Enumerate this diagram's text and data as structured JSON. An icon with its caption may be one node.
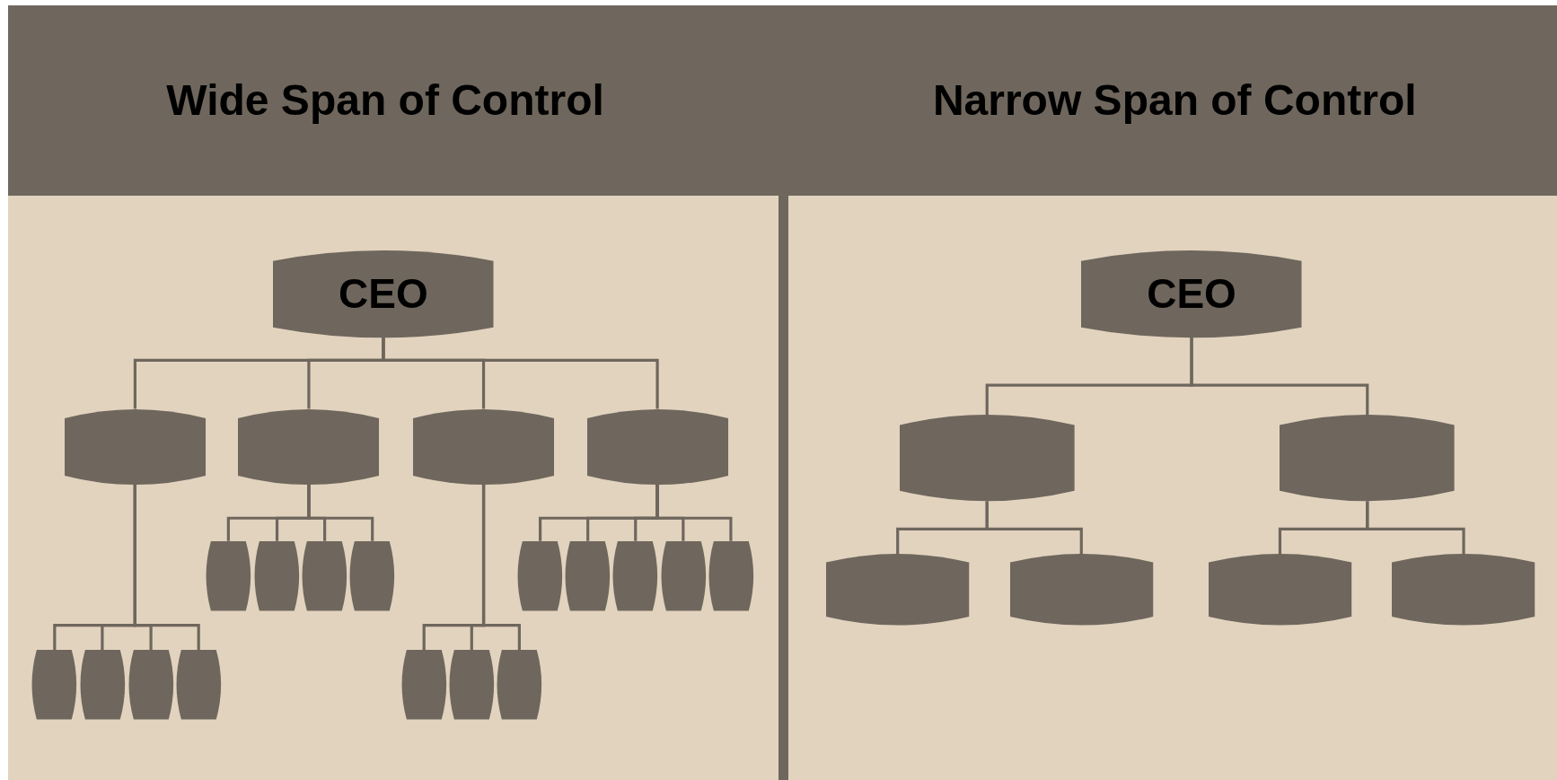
{
  "diagram": {
    "nodes": [
      {
        "text": [
          "CEO"
        ]
      },
      {
        "text": [],
        "shape": "box"
      },
      {
        "text": [],
        "shape": "box"
      },
      {
        "text": [],
        "shape": "box"
      },
      {
        "text": [],
        "shape": "box"
      },
      {
        "text": [],
        "shape": "barrel"
      },
      {
        "text": [],
        "shape": "barrel"
      },
      {
        "text": [],
        "shape": "barrel"
      },
      {
        "text": [],
        "shape": "barrel"
      },
      {
        "text": [],
        "shape": "barrel"
      },
      {
        "text": [],
        "shape": "barrel"
      },
      {
        "text": [],
        "shape": "barrel"
      },
      {
        "text": [],
        "shape": "barrel"
      },
      {
        "text": [],
        "shape": "barrel"
      },
      {
        "text": [],
        "shape": "barrel"
      },
      {
        "text": [],
        "shape": "barrel"
      },
      {
        "text": [],
        "shape": "barrel"
      },
      {
        "text": [],
        "shape": "barrel"
      },
      {
        "text": [],
        "shape": "barrel"
      },
      {
        "text": [],
        "shape": "barrel"
      },
      {
        "text": [],
        "shape": "barrel"
      },
      {
        "text": [
          "CEO"
        ]
      },
      {
        "text": [],
        "shape": "box"
      },
      {
        "text": [],
        "shape": "box"
      },
      {
        "text": [],
        "shape": "box"
      },
      {
        "text": [],
        "shape": "box"
      },
      {
        "text": [],
        "shape": "box"
      },
      {
        "text": [],
        "shape": "box"
      }
    ],
    "edges": [
      {
        "from": 0,
        "to": 1,
        "arrow": "none"
      },
      {
        "from": 0,
        "to": 2,
        "arrow": "none"
      },
      {
        "from": 0,
        "to": 3,
        "arrow": "none"
      },
      {
        "from": 0,
        "to": 4,
        "arrow": "none"
      },
      {
        "from": 2,
        "to": 5,
        "arrow": "none"
      },
      {
        "from": 2,
        "to": 6,
        "arrow": "none"
      },
      {
        "from": 2,
        "to": 7,
        "arrow": "none"
      },
      {
        "from": 2,
        "to": 8,
        "arrow": "none"
      },
      {
        "from": 4,
        "to": 9,
        "arrow": "none"
      },
      {
        "from": 4,
        "to": 10,
        "arrow": "none"
      },
      {
        "from": 4,
        "to": 11,
        "arrow": "none"
      },
      {
        "from": 4,
        "to": 12,
        "arrow": "none"
      },
      {
        "from": 4,
        "to": 13,
        "arrow": "none"
      },
      {
        "from": 1,
        "to": 14,
        "arrow": "none"
      },
      {
        "from": 1,
        "to": 15,
        "arrow": "none"
      },
      {
        "from": 1,
        "to": 16,
        "arrow": "none"
      },
      {
        "from": 1,
        "to": 17,
        "arrow": "none"
      },
      {
        "from": 3,
        "to": 18,
        "arrow": "none"
      },
      {
        "from": 3,
        "to": 19,
        "arrow": "none"
      },
      {
        "from": 3,
        "to": 20,
        "arrow": "none"
      },
      {
        "from": 21,
        "to": 22,
        "arrow": "none"
      },
      {
        "from": 21,
        "to": 23,
        "arrow": "none"
      },
      {
        "from": 22,
        "to": 24,
        "arrow": "none"
      },
      {
        "from": 22,
        "to": 25,
        "arrow": "none"
      },
      {
        "from": 23,
        "to": 26,
        "arrow": "none"
      },
      {
        "from": 23,
        "to": 27,
        "arrow": "none"
      }
    ],
    "labels": [
      "Wide Span of Control",
      "Narrow Span of Control"
    ]
  }
}
